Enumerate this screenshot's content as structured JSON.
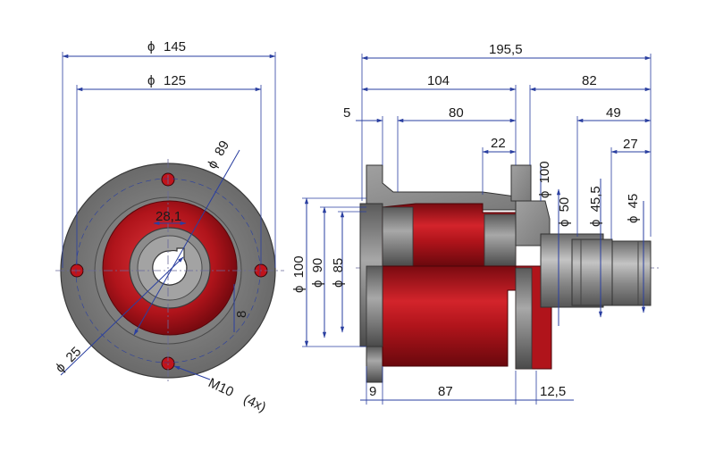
{
  "drawing": {
    "colors": {
      "metal_dark": "#5c5c5c",
      "metal_mid": "#8a8a8a",
      "metal_light": "#b5b5b5",
      "red_dark": "#8a0d12",
      "red_mid": "#c0141c",
      "red_light": "#e23a3f",
      "dimension_line": "#2a3fa0",
      "text": "#1a1a1a"
    },
    "front_view": {
      "dims": {
        "outer_diameter": "145",
        "bolt_circle_diameter": "125",
        "inner_ring_diameter": "89",
        "keyway_depth": "28,1",
        "bore_diameter": "25",
        "key_width": "8",
        "thread": "M10",
        "thread_count": "(4x)"
      },
      "diameter_symbol": "ϕ"
    },
    "side_view": {
      "dims": {
        "overall_length": "195,5",
        "flange_to_shaft_end_seg": "104",
        "shaft_length": "82",
        "flange_offset": "5",
        "body_length": "80",
        "ring_width": "22",
        "shaft_step": "49",
        "shaft_end": "27",
        "dia_100_top": "100",
        "dia_50": "50",
        "dia_45_5": "45,5",
        "dia_45": "45",
        "dia_100_left": "100",
        "dia_90": "90",
        "dia_85": "85",
        "bottom_left": "9",
        "bottom_mid": "87",
        "bottom_right": "12,5"
      },
      "diameter_symbol": "ϕ"
    }
  }
}
